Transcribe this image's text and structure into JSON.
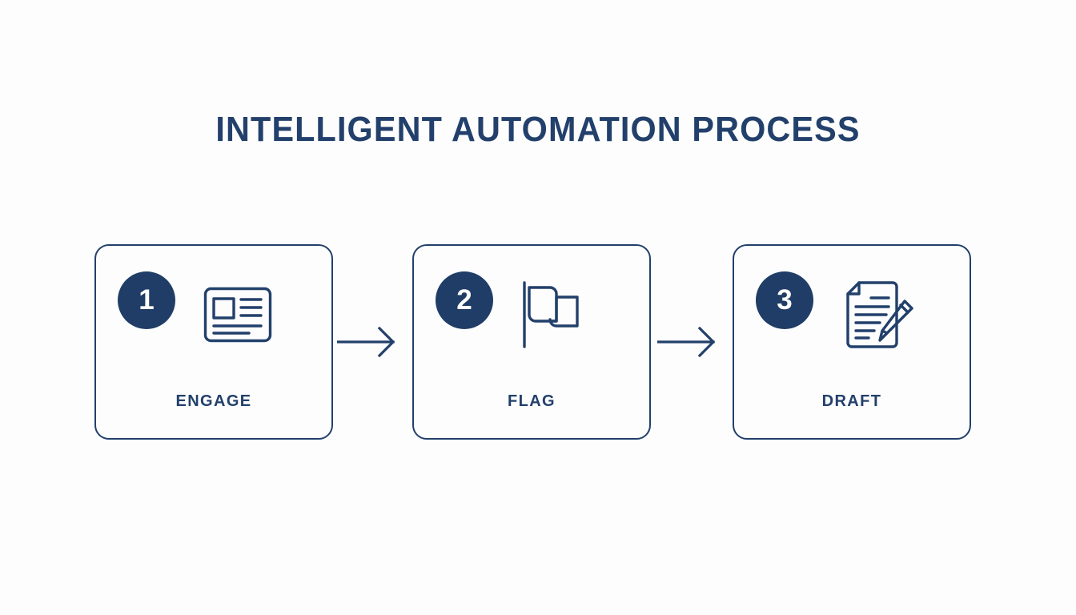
{
  "slide": {
    "title": "INTELLIGENT AUTOMATION PROCESS",
    "background_color": "#fdfdfd",
    "accent_color": "#22406b",
    "badge_fill_color": "#1f3d66",
    "badge_text_color": "#ffffff"
  },
  "steps": [
    {
      "number": "1",
      "label": "ENGAGE",
      "icon": "article-card-icon"
    },
    {
      "number": "2",
      "label": "FLAG",
      "icon": "flag-icon"
    },
    {
      "number": "3",
      "label": "DRAFT",
      "icon": "document-pencil-icon"
    }
  ],
  "connectors": [
    {
      "name": "arrow-step1-to-step2",
      "icon": "arrow-right-icon"
    },
    {
      "name": "arrow-step2-to-step3",
      "icon": "arrow-right-icon"
    }
  ]
}
